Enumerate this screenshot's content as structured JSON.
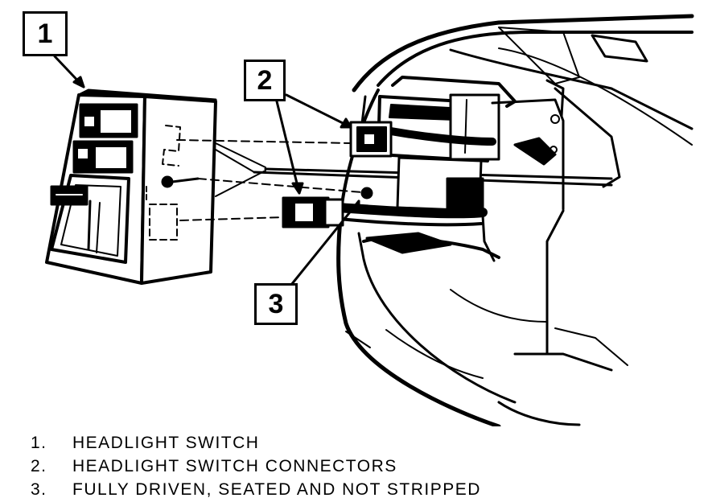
{
  "callouts": [
    "1",
    "2",
    "3"
  ],
  "legend": [
    {
      "num": "1.",
      "text": "HEADLIGHT SWITCH"
    },
    {
      "num": "2.",
      "text": "HEADLIGHT SWITCH CONNECTORS"
    },
    {
      "num": "3.",
      "text": "FULLY DRIVEN, SEATED AND NOT STRIPPED"
    }
  ],
  "colors": {
    "ink": "#000000",
    "paper": "#ffffff"
  }
}
